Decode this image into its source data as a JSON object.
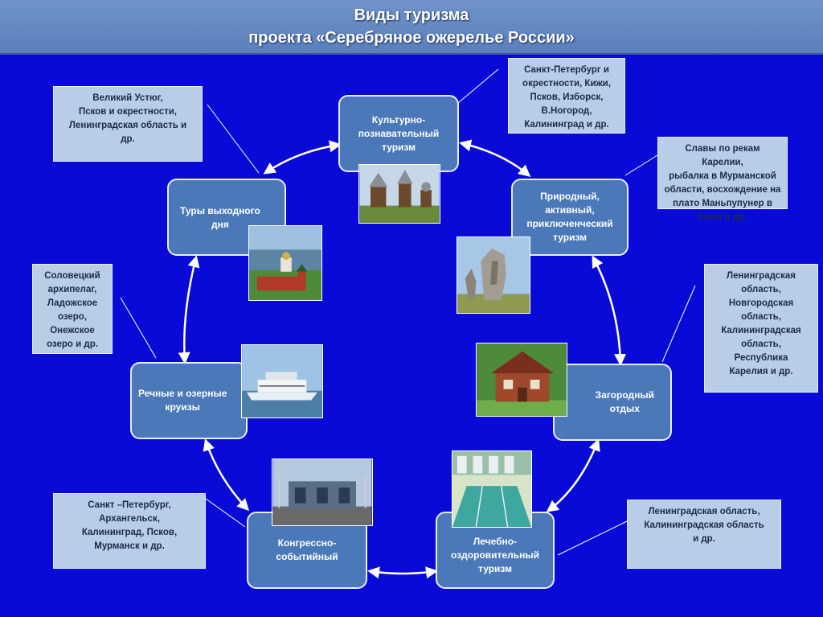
{
  "header": {
    "title_line1": "Виды туризма",
    "title_line2": "проекта «Серебряное ожерелье России»"
  },
  "nodes": {
    "cultural": "Культурно-\nпознавательный\nтуризм",
    "nature": "Природный,\nактивный,\nприключенческий\nтуризм",
    "country": "Загородный\nотдых",
    "health": "Лечебно-\nоздоровительный\nтуризм",
    "congress": "Конгрессно-\nсобытийный",
    "river": "Речные и озерные\nкруизы",
    "weekend": "Туры выходного\nдня"
  },
  "notes": {
    "cultural": "Санкт-Петербург и\nокрестности, Кижи,\nПсков, Изборск,\nВ.Ногород,\nКалининград и др.",
    "nature": "Славы по рекам Карелии,\nрыбалка в Мурманской\nобласти, восхождение на\nплато  Маньпупунер в\nКоми и др.",
    "country": "Ленинградская\nобласть,\nНовгородская\nобласть,\nКалининградская\nобласть,\nРеспублика\nКарелия и др.",
    "health": "Ленинградская область,\nКалининградская область\nи др.",
    "congress": "Санкт –Петербург,\nАрхангельск,\nКалининград, Псков,\nМурманск и др.",
    "river": "Соловецкий\nархипелаг,\nЛадожское\nозеро,\nОнежское\nозеро и др.",
    "weekend": "Великий Устюг,\nПсков и окрестности,\nЛенинградская область и\nдр."
  },
  "colors": {
    "background": "#0a0ad8",
    "node_fill": "#4a78b8",
    "note_fill": "#b9cde6",
    "header_fill": "#6f93c9"
  }
}
